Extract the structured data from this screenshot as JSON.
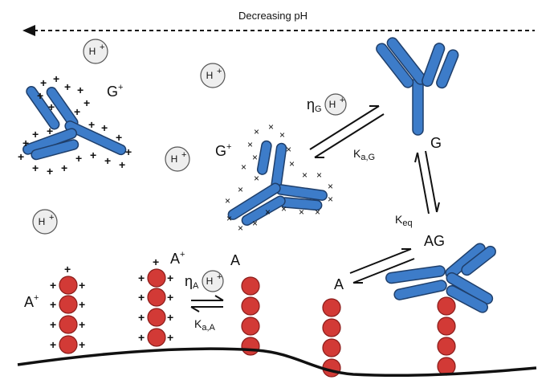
{
  "header": {
    "arrow_label": "Decreasing pH"
  },
  "labels": {
    "g_plus_top": "G",
    "g_plus_mid": "G",
    "g_right": "G",
    "ag": "AG",
    "a_mid": "A",
    "a_right": "A",
    "a_plus_left": "A",
    "a_plus_mid": "A",
    "plus_sup": "+",
    "h_ion": "H",
    "eta": "η",
    "eta_g_sub": "G",
    "eta_a_sub": "A",
    "k": "K",
    "kag_sub": "a,G",
    "kaa_sub": "a,A",
    "keq_sub": "eq"
  },
  "colors": {
    "antibody_fill": "#3d7cc9",
    "antibody_stroke": "#1f3f6b",
    "ligand_fill": "#d23a36",
    "ligand_stroke": "#8a1c1a",
    "ion_fill": "#eeeeee",
    "ion_stroke": "#555555"
  }
}
